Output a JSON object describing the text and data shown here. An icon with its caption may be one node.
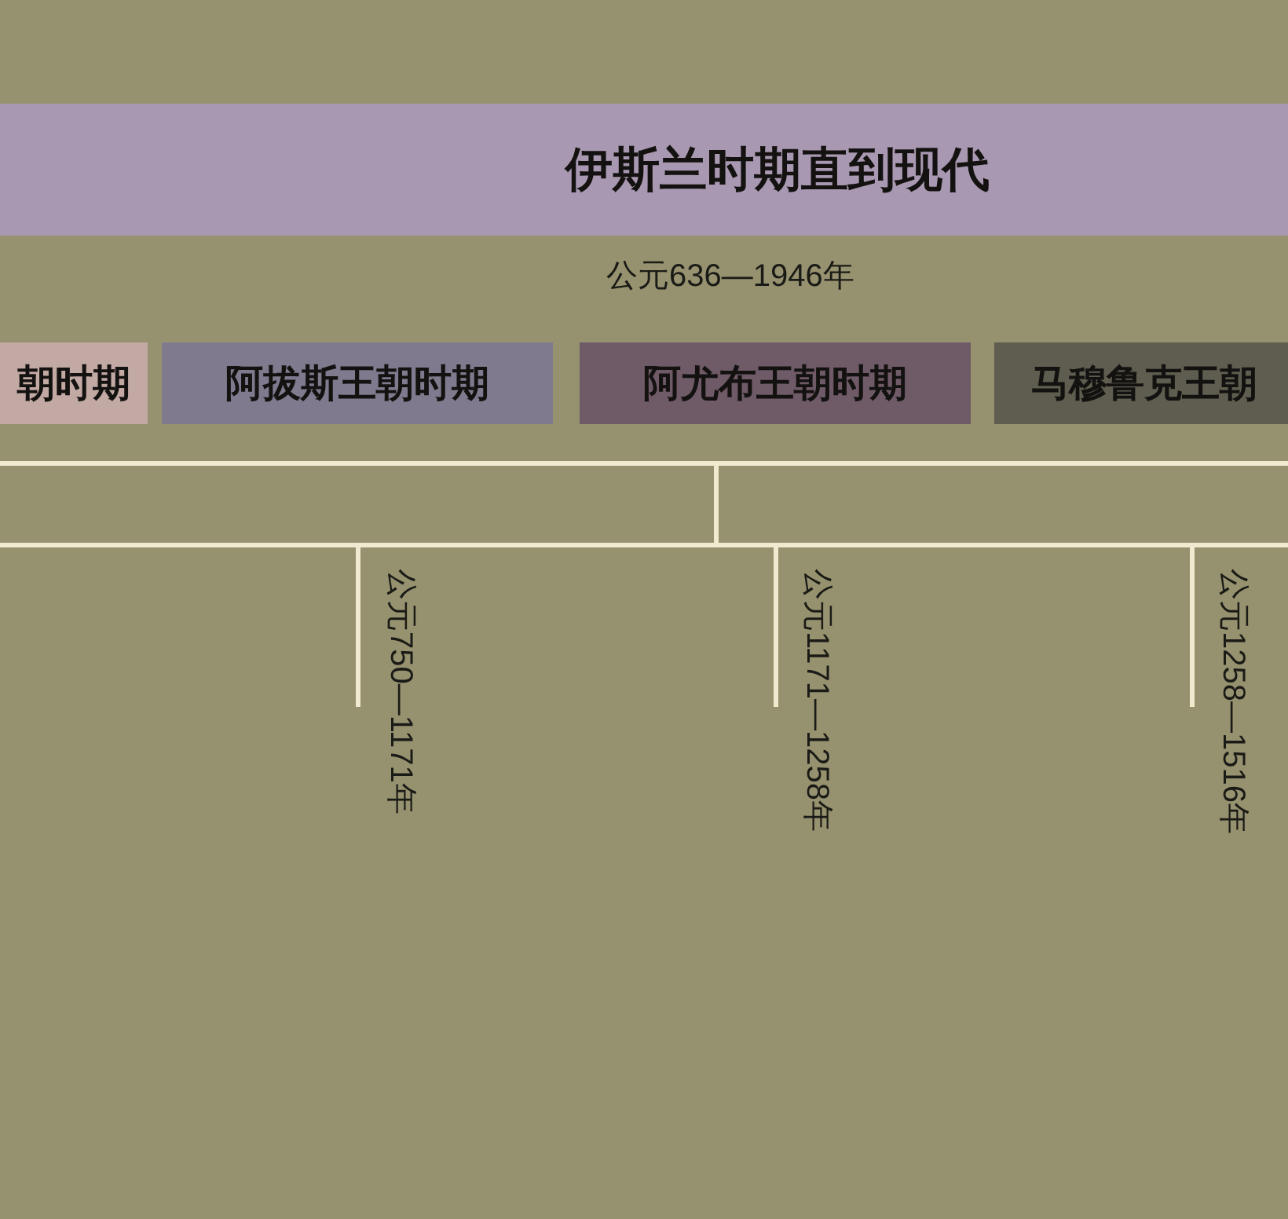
{
  "diagram": {
    "nodes": [
      {
        "text": [
          "伊斯兰时期直到现代"
        ],
        "beside": [
          "公元636—1946年"
        ]
      },
      {
        "text": [
          "朝时期"
        ]
      },
      {
        "text": [
          "阿拔斯王朝时期"
        ]
      },
      {
        "text": [
          "阿尤布王朝时期"
        ]
      },
      {
        "text": [
          "马穆鲁克王朝"
        ]
      }
    ],
    "labels": [
      "公元750—1171年",
      "公元1171—1258年",
      "公元1258—1516年"
    ]
  }
}
